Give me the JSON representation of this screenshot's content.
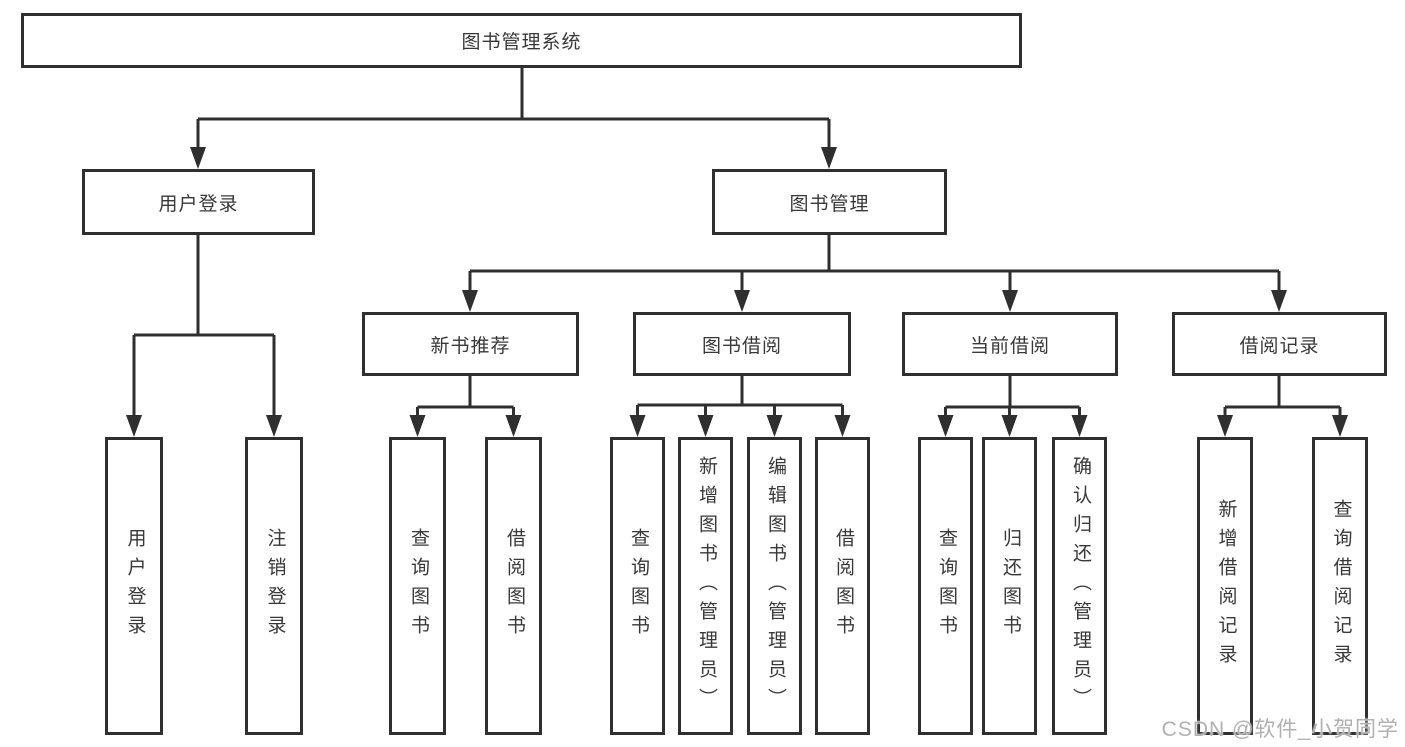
{
  "colors": {
    "background": "#ffffff",
    "line": "#2f2f2f",
    "box_border": "#2f2f2f",
    "box_fill": "#ffffff",
    "text": "#383838",
    "watermark": "#b0b0b0"
  },
  "watermark": {
    "text": "CSDN @软件_小贺同学"
  },
  "tree": {
    "label": "图书管理系统",
    "children": [
      {
        "label": "用户登录",
        "children": [
          {
            "label": "用户登录"
          },
          {
            "label": "注销登录"
          }
        ]
      },
      {
        "label": "图书管理",
        "children": [
          {
            "label": "新书推荐",
            "children": [
              {
                "label": "查询图书"
              },
              {
                "label": "借阅图书"
              }
            ]
          },
          {
            "label": "图书借阅",
            "children": [
              {
                "label": "查询图书"
              },
              {
                "label": "新增图书（管理员）"
              },
              {
                "label": "编辑图书（管理员）"
              },
              {
                "label": "借阅图书"
              }
            ]
          },
          {
            "label": "当前借阅",
            "children": [
              {
                "label": "查询图书"
              },
              {
                "label": "归还图书"
              },
              {
                "label": "确认归还（管理员）"
              }
            ]
          },
          {
            "label": "借阅记录",
            "children": [
              {
                "label": "新增借阅记录"
              },
              {
                "label": "查询借阅记录"
              }
            ]
          }
        ]
      }
    ]
  }
}
